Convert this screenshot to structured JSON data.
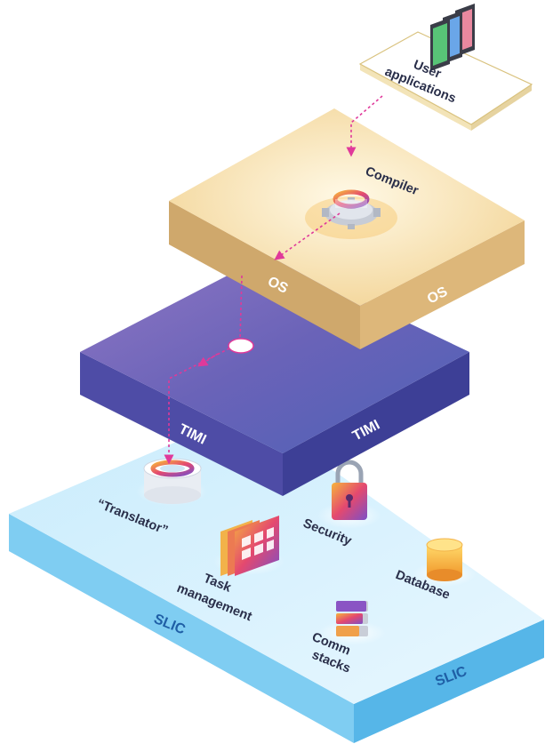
{
  "diagram": {
    "nodes": {
      "user_apps": {
        "lines": [
          "User",
          "applications"
        ],
        "icon": "app-windows-icon"
      },
      "compiler": {
        "label": "Compiler",
        "icon": "gear-icon"
      },
      "translator": {
        "label": "“Translator”",
        "icon": "translator-drum-icon"
      },
      "security": {
        "label": "Security",
        "icon": "padlock-icon"
      },
      "database": {
        "label": "Database",
        "icon": "database-cylinder-icon"
      },
      "task_mgmt": {
        "lines": [
          "Task",
          "management"
        ],
        "icon": "task-window-icon"
      },
      "comm_stacks": {
        "lines": [
          "Comm",
          "stacks"
        ],
        "icon": "stacked-servers-icon"
      }
    },
    "layers": {
      "os": {
        "left_label": "OS",
        "right_label": "OS",
        "color": "#e9c887"
      },
      "timi": {
        "left_label": "TIMI",
        "right_label": "TIMI",
        "color": "#5a58b2"
      },
      "slic": {
        "left_label": "SLIC",
        "right_label": "SLIC",
        "color": "#9fd9f5"
      }
    },
    "flow": {
      "color": "#e0399a"
    }
  }
}
